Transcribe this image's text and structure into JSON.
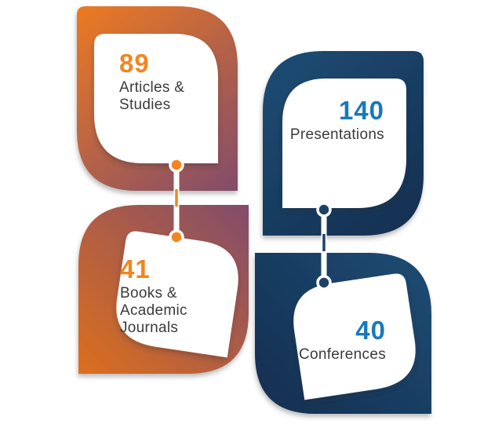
{
  "infographic": {
    "stats": [
      {
        "id": "articles",
        "value": "89",
        "label_lines": [
          "Articles &",
          "Studies"
        ]
      },
      {
        "id": "books",
        "value": "41",
        "label_lines": [
          "Books &",
          "Academic",
          "Journals"
        ]
      },
      {
        "id": "presentations",
        "value": "140",
        "label_lines": [
          "Presentations"
        ]
      },
      {
        "id": "conferences",
        "value": "40",
        "label_lines": [
          "Conferences"
        ]
      }
    ]
  },
  "colors": {
    "background": "#FFFFFF",
    "orange": "#EC7A22",
    "orange_deep": "#DC6F1E",
    "plum": "#824C6B",
    "navy_light": "#1F4C74",
    "navy_dark": "#122E4F",
    "navy_dot": "#1D4266",
    "accent_orange": "#F0861F",
    "accent_blue": "#1A79B8",
    "label_text": "#3B3B3B"
  }
}
